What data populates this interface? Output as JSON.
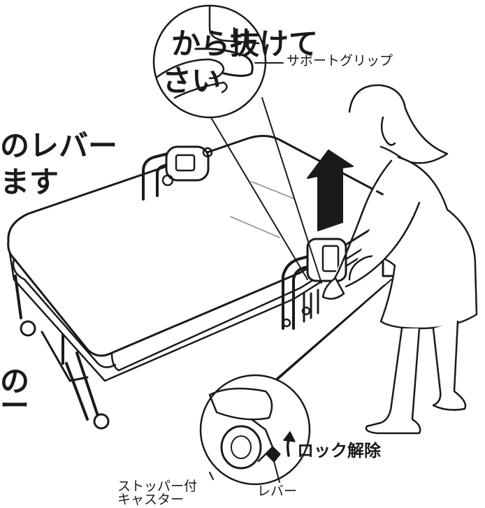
{
  "instructions": {
    "line1": "から抜けて",
    "line2": "さい",
    "line3": "のレバー",
    "line4": "ます",
    "line5": "の",
    "line6": "ー"
  },
  "callouts": {
    "support_grip": "サポートグリップ",
    "lock_release": "ロック解除",
    "caster_line1": "ストッパー付",
    "caster_line2": "キャスター",
    "lever": "レバー"
  },
  "colors": {
    "ink": "#1a1a1a",
    "background": "#ffffff"
  }
}
